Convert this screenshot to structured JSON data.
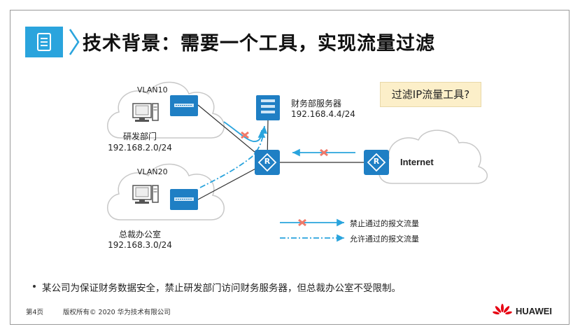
{
  "title": "技术背景：需要一个工具，实现流量过滤",
  "callout": "过滤IP流量工具?",
  "vlan10": {
    "label": "VLAN10"
  },
  "vlan20": {
    "label": "VLAN20"
  },
  "rd": {
    "name": "研发部门",
    "ip": "192.168.2.0/24"
  },
  "ceo": {
    "name": "总裁办公室",
    "ip": "192.168.3.0/24"
  },
  "server": {
    "name": "财务部服务器",
    "ip": "192.168.4.4/24"
  },
  "internet": "Internet",
  "router_icon": "R",
  "legend": {
    "deny": "禁止通过的报文流量",
    "allow": "允许通过的报文流量"
  },
  "bullet": "某公司为保证财务数据安全，禁止研发部门访问财务服务器，但总裁办公室不受限制。",
  "footer": {
    "page": "第4页",
    "copyright": "版权所有© 2020 华为技术有限公司",
    "brand": "HUAWEI"
  },
  "colors": {
    "accent": "#2aa4dd",
    "deny_mark": "#f07a6a",
    "callout_bg": "#fcefc9",
    "device": "#1f7fc4"
  }
}
